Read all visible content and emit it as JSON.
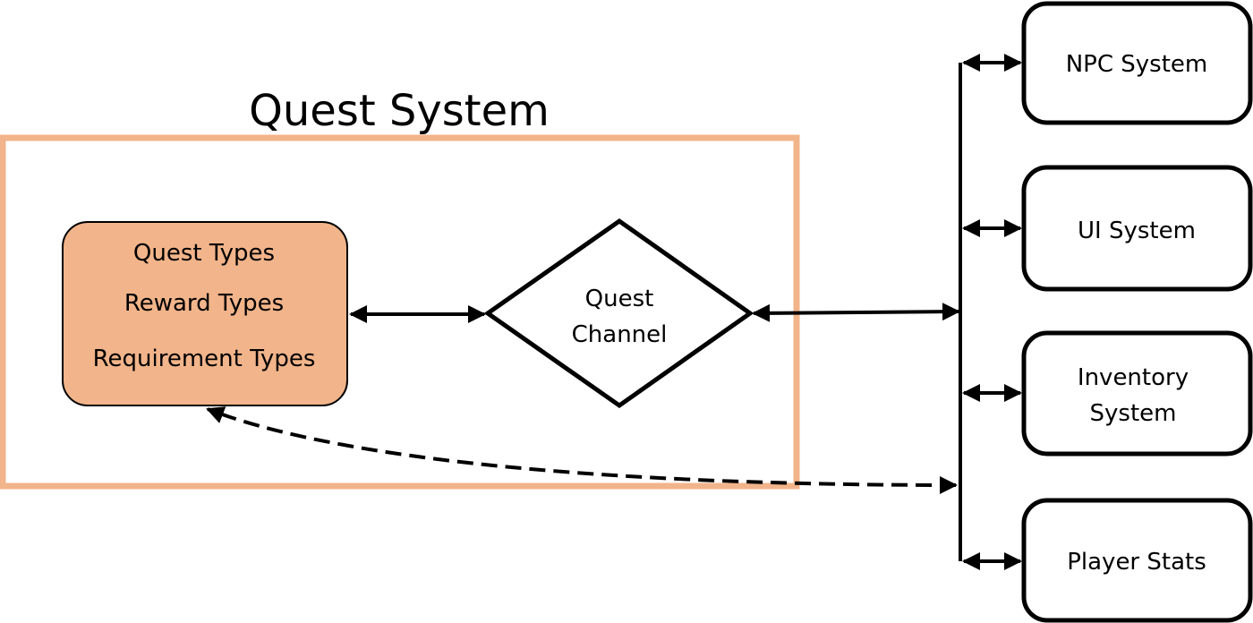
{
  "title": "Quest System",
  "colors": {
    "frame": "#f2b48a",
    "types_fill": "#f2b48a",
    "stroke": "#000000"
  },
  "types_box": {
    "lines": [
      "Quest Types",
      "Reward Types",
      "Requirement Types"
    ]
  },
  "channel": {
    "lines": [
      "Quest",
      "Channel"
    ]
  },
  "systems": [
    {
      "lines": [
        "NPC System"
      ]
    },
    {
      "lines": [
        "UI System"
      ]
    },
    {
      "lines": [
        "Inventory",
        "System"
      ]
    },
    {
      "lines": [
        "Player Stats"
      ]
    }
  ]
}
